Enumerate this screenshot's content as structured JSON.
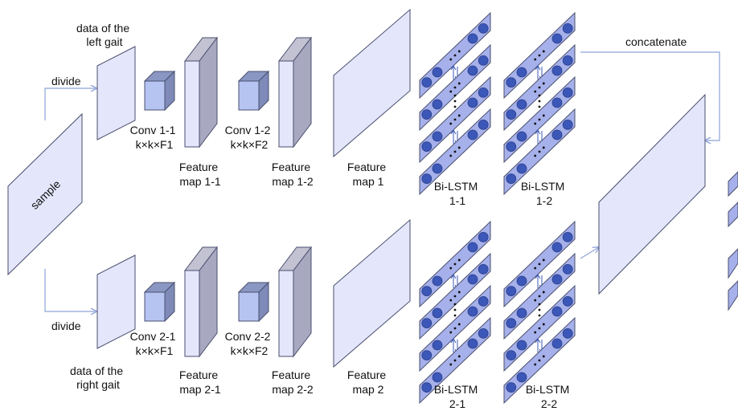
{
  "colors": {
    "fill": "#e4e6fb",
    "stroke": "#4a4f6e",
    "kernel_front": "#b6c4f2",
    "kernel_top": "#8a97c2",
    "thick_side": "#a8a8c0",
    "strip_fill": "#a6b0ea",
    "circle_fill": "#3b57b8",
    "arrow": "#8ea3d8"
  },
  "labels": {
    "sample": "sample",
    "divide_top": "divide",
    "divide_bottom": "divide",
    "left_gait": [
      "data of the",
      "left gait"
    ],
    "right_gait": [
      "data of the",
      "right gait"
    ],
    "concatenate": "concatenate",
    "conv_1_1": [
      "Conv 1-1",
      "k×k×F1"
    ],
    "conv_1_2": [
      "Conv 1-2",
      "k×k×F2"
    ],
    "conv_2_1": [
      "Conv 2-1",
      "k×k×F1"
    ],
    "conv_2_2": [
      "Conv 2-2",
      "k×k×F2"
    ],
    "fmap_1_1": [
      "Feature",
      "map 1-1"
    ],
    "fmap_1_2": [
      "Feature",
      "map 1-2"
    ],
    "fmap_1": [
      "Feature",
      "map 1"
    ],
    "fmap_2_1": [
      "Feature",
      "map 2-1"
    ],
    "fmap_2_2": [
      "Feature",
      "map 2-2"
    ],
    "fmap_2": [
      "Feature",
      "map 2"
    ],
    "bilstm_1_1": [
      "Bi-LSTM",
      "1-1"
    ],
    "bilstm_1_2": [
      "Bi-LSTM",
      "1-2"
    ],
    "bilstm_2_1": [
      "Bi-LSTM",
      "2-1"
    ],
    "bilstm_2_2": [
      "Bi-LSTM",
      "2-2"
    ]
  }
}
